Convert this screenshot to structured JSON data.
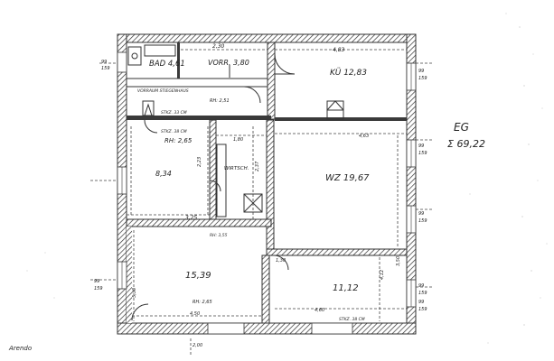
{
  "floor": {
    "label": "EG",
    "total_area": "Σ 69,22"
  },
  "rooms": [
    {
      "id": "bath",
      "text": "BAD 4,61"
    },
    {
      "id": "hall",
      "text": "VORR. 3,80"
    },
    {
      "id": "kitchen",
      "text": "KÜ 12,83"
    },
    {
      "id": "room-nw",
      "text": "8,34"
    },
    {
      "id": "room-center",
      "text": "WZ 19,67"
    },
    {
      "id": "room-sw",
      "text": "15,39"
    },
    {
      "id": "room-se",
      "text": "11,12"
    },
    {
      "id": "storage",
      "text": "WIRTSCH."
    }
  ],
  "labels": {
    "vorraum": "VORRAUM STIEGENHAUS",
    "rh_nw": "RH: 2,65",
    "rh_top": "RH: 2,51",
    "stk1": "STKZ. 33 CM",
    "stk2": "STKZ. 38 CM",
    "stk_bottom": "STKZ. 38 CM",
    "rh_bottom": "RH: 2,65",
    "rh355": "RH: 3,55",
    "door_bottom": "2,00",
    "d_230": "2,30",
    "d_483": "4,83",
    "d_180": "1,80",
    "d_463": "4,63",
    "d_325": "3,25",
    "d_460": "4,60",
    "d_450": "4,50",
    "d_530": "5,30",
    "d_237": "2,37",
    "d_223": "2,23",
    "d_350": "3,50",
    "d_412": "4,12",
    "d_130": "1,30",
    "sw_99": "99",
    "sw_159": "159",
    "sw_d1": "99",
    "sw_d2": "159",
    "sw_d3": "99",
    "sw_d4": "159",
    "sw_d5": "99",
    "sw_d6": "159",
    "sw_d7": "99",
    "sw_d8": "159",
    "left_99": "99",
    "left_159": "159",
    "left2_99": "99",
    "left2_159": "159",
    "sig": "Arendo"
  }
}
